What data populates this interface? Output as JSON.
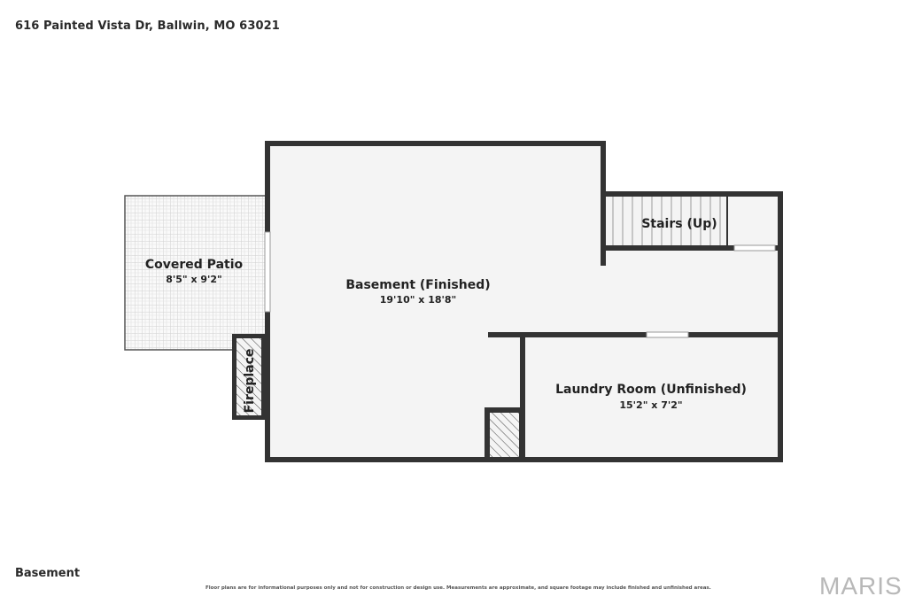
{
  "header": {
    "address": "616 Painted Vista Dr, Ballwin, MO 63021"
  },
  "floor": {
    "label": "Basement"
  },
  "rooms": {
    "covered_patio": {
      "name": "Covered Patio",
      "dims": "8'5\" x 9'2\""
    },
    "basement": {
      "name": "Basement (Finished)",
      "dims": "19'10\" x 18'8\""
    },
    "stairs": {
      "name": "Stairs (Up)"
    },
    "laundry": {
      "name": "Laundry Room (Unfinished)",
      "dims": "15'2\" x 7'2\""
    },
    "fireplace": {
      "name": "Fireplace"
    }
  },
  "footer": {
    "disclaimer": "Floor plans are for informational purposes only and not for construction or design use. Measurements are approximate, and square footage may include finished and unfinished areas.",
    "brand": "MARIS"
  },
  "colors": {
    "wall": "#333333",
    "floor": "#f4f4f4",
    "patio_tile": "#cccccc"
  }
}
